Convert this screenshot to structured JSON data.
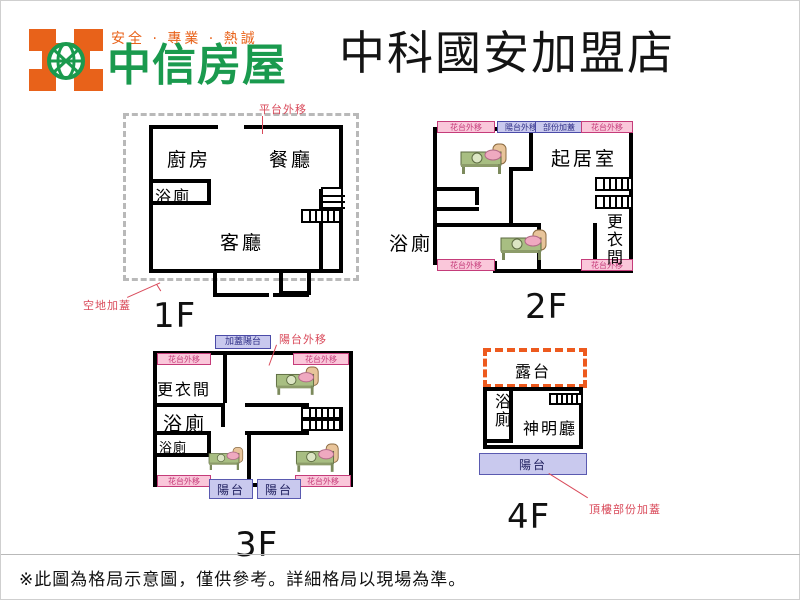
{
  "brand": {
    "tagline": "安全 · 專業 · 熱誠",
    "name": "中信房屋",
    "logo_orange": "#E8621A",
    "logo_green": "#1A9A4E",
    "globe_icon": "globe-icon"
  },
  "header": {
    "store_title": "中科國安加盟店"
  },
  "footer": {
    "disclaimer": "※此圖為格局示意圖，僅供參考。詳細格局以現場為準。"
  },
  "floors": {
    "f1": {
      "tag": "1F",
      "rooms": [
        {
          "name": "廚房"
        },
        {
          "name": "餐廳"
        },
        {
          "name": "浴廁"
        },
        {
          "name": "客廳"
        }
      ],
      "annotations": [
        {
          "text": "平台外移"
        },
        {
          "text": "空地加蓋"
        }
      ]
    },
    "f2": {
      "tag": "2F",
      "rooms": [
        {
          "name": "起居室"
        },
        {
          "name": "更衣間"
        },
        {
          "name": "浴廁"
        }
      ],
      "tags": [
        {
          "text": "花台外移",
          "color": "pink"
        },
        {
          "text": "陽台外移",
          "color": "purple"
        },
        {
          "text": "部份加蓋",
          "color": "purple"
        },
        {
          "text": "花台外移",
          "color": "pink"
        },
        {
          "text": "花台外移",
          "color": "pink"
        },
        {
          "text": "花台外移",
          "color": "pink"
        }
      ]
    },
    "f3": {
      "tag": "3F",
      "rooms": [
        {
          "name": "更衣間"
        },
        {
          "name": "浴廁"
        },
        {
          "name": "浴廁"
        }
      ],
      "tags": [
        {
          "text": "加蓋陽台",
          "color": "purple"
        },
        {
          "text": "花台外移",
          "color": "pink"
        },
        {
          "text": "花台外移",
          "color": "pink"
        },
        {
          "text": "花台外移",
          "color": "pink"
        },
        {
          "text": "花台外移",
          "color": "pink"
        },
        {
          "text": "陽台",
          "color": "balcony"
        },
        {
          "text": "陽台",
          "color": "balcony"
        }
      ],
      "annotations": [
        {
          "text": "陽台外移"
        }
      ]
    },
    "f4": {
      "tag": "4F",
      "rooms": [
        {
          "name": "露台"
        },
        {
          "name": "浴廁"
        },
        {
          "name": "神明廳"
        }
      ],
      "tags": [
        {
          "text": "陽台",
          "color": "balcony"
        }
      ],
      "annotations": [
        {
          "text": "頂樓部份加蓋"
        }
      ]
    }
  },
  "colors": {
    "tag_pink_bg": "#FAC7DA",
    "tag_pink_text": "#C53C7A",
    "tag_purple_bg": "#C9C9EE",
    "tag_purple_text": "#2E2E86",
    "annotation_red": "#D94A5A",
    "terrace_dash": "#ED5A1E",
    "lot_dash": "#B9B9B9"
  }
}
